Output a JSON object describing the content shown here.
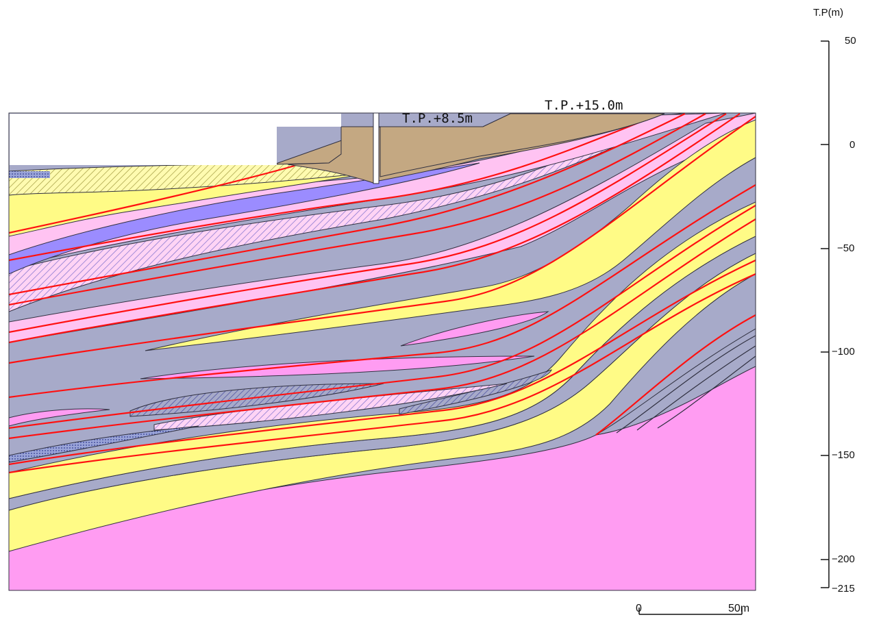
{
  "elevation_labels": {
    "label_a": "T.P.+8.5m",
    "label_b": "T.P.+15.0m"
  },
  "axis": {
    "unit": "T.P(m)",
    "ticks": [
      "50",
      "0",
      "−50",
      "−100",
      "−150",
      "−200",
      "−215"
    ]
  },
  "scale_bar": {
    "start": "0",
    "end": "50m"
  },
  "colors": {
    "ground_fill": "#c4a882",
    "pale_yellow": "#fffb86",
    "mid_gray_blue": "#a7aac9",
    "light_pink": "#ffc3f2",
    "strong_pink": "#ff9cf2",
    "violet": "#9b8cff",
    "red_line": "#ff1010",
    "outline": "#303040"
  }
}
